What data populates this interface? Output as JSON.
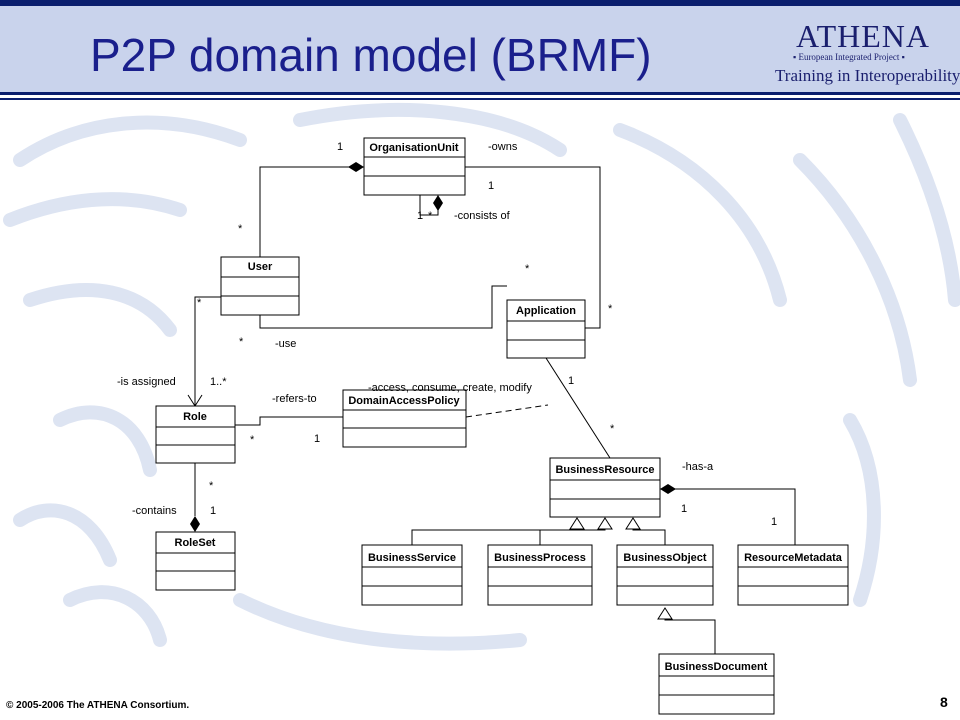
{
  "header": {
    "title": "P2P domain model (BRMF)",
    "logo_name": "ATHENA",
    "logo_sub": "▪ European Integrated Project ▪",
    "logo_tagline": "Training in Interoperability"
  },
  "footer": {
    "copyright": "© 2005-2006 The ATHENA Consortium.",
    "page_number": "8"
  },
  "classes": {
    "organisation_unit": "OrganisationUnit",
    "user": "User",
    "application": "Application",
    "role": "Role",
    "domain_access_policy": "DomainAccessPolicy",
    "business_resource": "BusinessResource",
    "role_set": "RoleSet",
    "business_service": "BusinessService",
    "business_process": "BusinessProcess",
    "business_object": "BusinessObject",
    "resource_metadata": "ResourceMetadata",
    "business_document": "BusinessDocument"
  },
  "labels": {
    "ou_user_mult": "1",
    "owns": "-owns",
    "owns_mult": "1",
    "self_one": "1",
    "self_many": "*",
    "consists_of": "-consists of",
    "user_top_mult": "*",
    "app_top_mult": "*",
    "app_right_mult": "*",
    "user_left_mult": "*",
    "use_mult": "*",
    "use": "-use",
    "is_assigned": "-is assigned",
    "role_mult": "1..*",
    "refers_to": "-refers-to",
    "access": "-access, consume, create, modify",
    "app_br_mult": "1",
    "role_dap_many": "*",
    "role_dap_one": "1",
    "br_app_mult": "*",
    "has_a": "-has-a",
    "role_rs_many": "*",
    "contains": "-contains",
    "role_rs_one": "1",
    "br_meta_one": "1",
    "meta_mult": "1"
  }
}
